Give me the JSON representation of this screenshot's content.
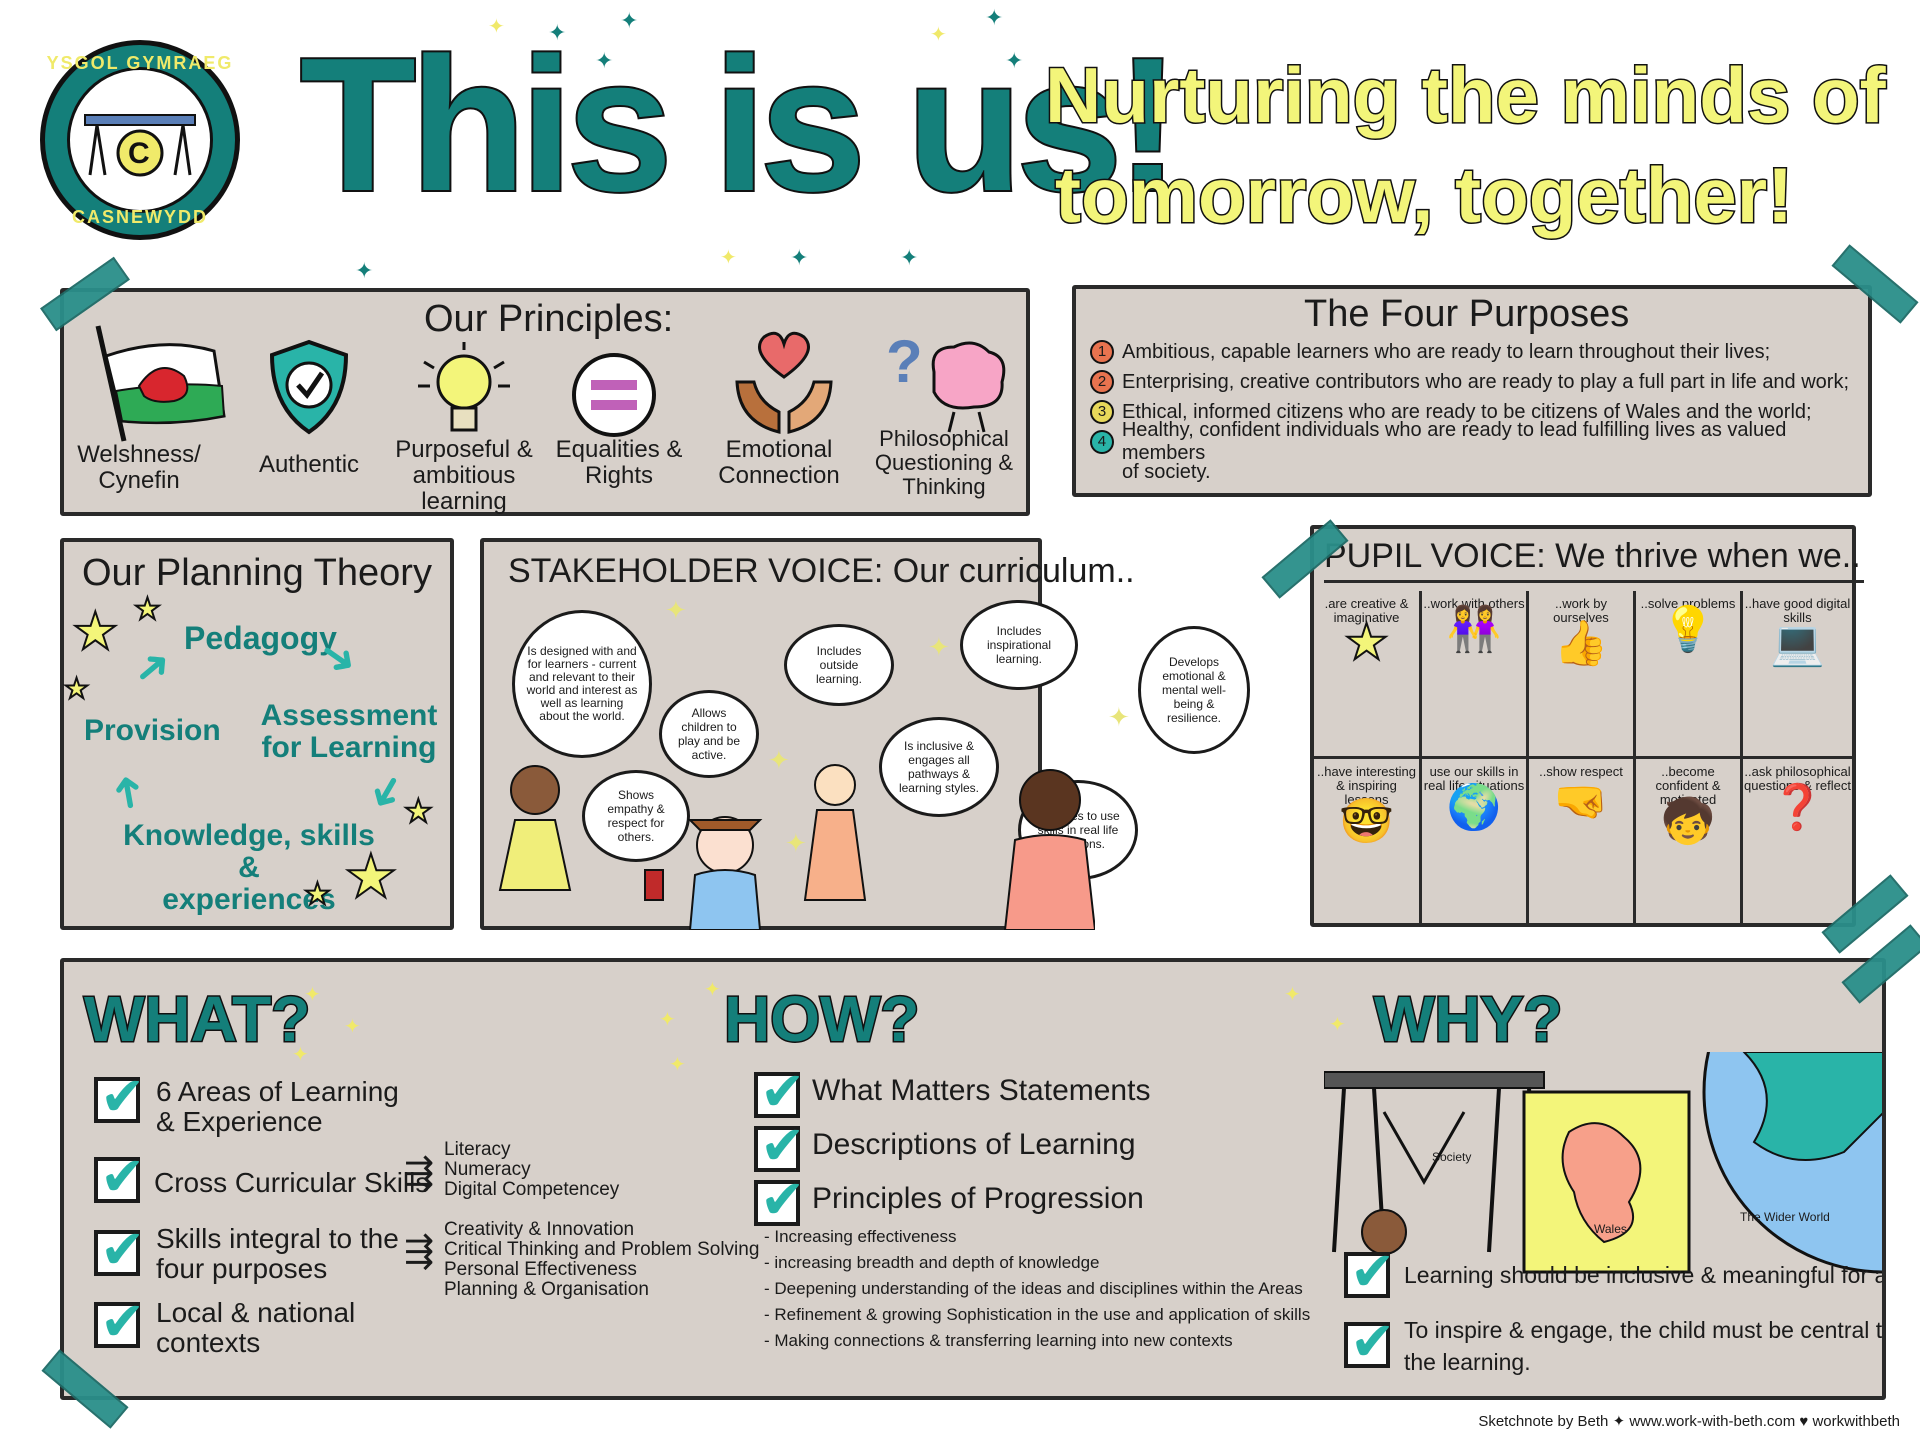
{
  "header": {
    "title": "This is us!",
    "subtitle_line1": "Nurturing the minds of",
    "subtitle_line2": "tomorrow, together!",
    "logo": {
      "top_text": "YSGOL GYMRAEG",
      "bottom_text": "CASNEWYDD",
      "letter": "C"
    }
  },
  "principles": {
    "title": "Our Principles:",
    "items": [
      {
        "icon": "welsh-flag-icon",
        "label_line1": "Welshness/",
        "label_line2": "Cynefin"
      },
      {
        "icon": "shield-check-icon",
        "label_line1": "Authentic",
        "label_line2": ""
      },
      {
        "icon": "lightbulb-icon",
        "label_line1": "Purposeful &",
        "label_line2": "ambitious learning"
      },
      {
        "icon": "equals-icon",
        "label_line1": "Equalities &",
        "label_line2": "Rights"
      },
      {
        "icon": "heart-hands-icon",
        "label_line1": "Emotional",
        "label_line2": "Connection"
      },
      {
        "icon": "brain-question-icon",
        "label_line1": "Philosophical",
        "label_line2": "Questioning &",
        "label_line3": "Thinking"
      }
    ]
  },
  "four_purposes": {
    "title": "The Four Purposes",
    "items": [
      {
        "num": "1",
        "color": "#e8734f",
        "text": "Ambitious, capable learners who are ready to learn throughout their lives;"
      },
      {
        "num": "2",
        "color": "#e8734f",
        "text": "Enterprising, creative contributors who are ready to play a full part in life and work;"
      },
      {
        "num": "3",
        "color": "#e8d85a",
        "text": "Ethical, informed citizens who are ready to be citizens of Wales and the world;"
      },
      {
        "num": "4",
        "color": "#29b4a8",
        "text": "Healthy, confident individuals who are ready to lead fulfilling lives as valued members"
      }
    ],
    "tail": "of society."
  },
  "planning": {
    "title": "Our Planning Theory",
    "pedagogy": "Pedagogy",
    "assessment_line1": "Assessment",
    "assessment_line2": "for Learning",
    "knowledge_line1": "Knowledge, skills &",
    "knowledge_line2": "experiences",
    "provision": "Provision"
  },
  "stakeholder": {
    "title": "STAKEHOLDER VOICE: Our curriculum..",
    "bubbles": [
      "Is designed with and for learners - current and relevant to their world and interest as well as learning about the world.",
      "Allows children to play and be active.",
      "Includes outside learning.",
      "Includes inspirational learning.",
      "Develops emotional & mental well-being & resilience.",
      "Shows empathy & respect for others.",
      "Is inclusive & engages all pathways & learning styles.",
      "Chances to use skills in real life situations."
    ]
  },
  "pupil_voice": {
    "title": "PUPIL VOICE: We thrive when we..",
    "row1": [
      ".are creative & imaginative",
      "..work with others",
      "..work by ourselves",
      "..solve problems",
      "..have good digital skills"
    ],
    "row2": [
      "..have interesting & inspiring lessons",
      "use our skills in real life situations",
      "..show respect",
      "..become confident & motivated",
      "..ask philosophical questions & reflect"
    ]
  },
  "what": {
    "title": "WHAT?",
    "items": [
      {
        "line1": "6 Areas of Learning",
        "line2": "& Experience"
      },
      {
        "line1": "Cross Curricular Skills",
        "line2": ""
      },
      {
        "line1": "Skills integral to the",
        "line2": "four purposes"
      },
      {
        "line1": "Local & national",
        "line2": "contexts"
      }
    ],
    "cross_curricular": [
      "Literacy",
      "Numeracy",
      "Digital Competencey"
    ],
    "integral_skills": [
      "Creativity & Innovation",
      "Critical Thinking and Problem Solving",
      "Personal Effectiveness",
      "Planning & Organisation"
    ]
  },
  "how": {
    "title": "HOW?",
    "items": [
      "What Matters Statements",
      "Descriptions of Learning",
      "Principles of Progression"
    ],
    "progression": [
      "- Increasing effectiveness",
      "- increasing breadth and depth of knowledge",
      "- Deepening understanding of the ideas and disciplines within the Areas",
      "- Refinement & growing Sophistication in the use and application of skills",
      "- Making connections & transferring learning into new contexts"
    ]
  },
  "why": {
    "title": "WHY?",
    "society": "Society",
    "wales": "Wales",
    "world": "The Wider World",
    "items": [
      {
        "line1": "Learning should be inclusive & meaningful for all.",
        "line2": ""
      },
      {
        "line1": "To inspire & engage, the child must be central to",
        "line2": "the learning."
      }
    ]
  },
  "footer": {
    "credit": "Sketchnote by Beth",
    "url": "www.work-with-beth.com",
    "handle": "workwithbeth"
  },
  "colors": {
    "teal": "#147f7a",
    "panel": "#d7d0ca",
    "yellow": "#f3f57a",
    "check": "#29b4a8"
  }
}
